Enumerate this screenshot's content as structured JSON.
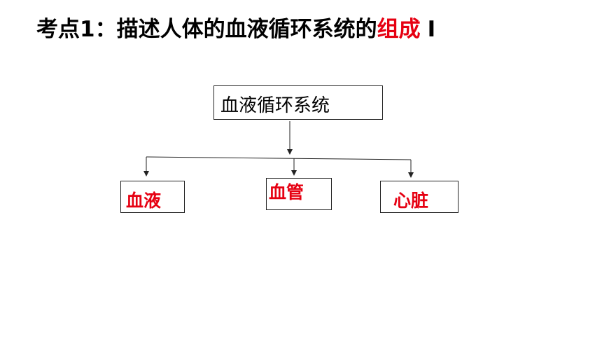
{
  "title": {
    "prefix": "考点1：描述人体的血液循环系统的",
    "highlight": "组成",
    "suffix": "Ⅰ"
  },
  "diagram": {
    "root": "血液循环系统",
    "children": [
      "血液",
      "血管",
      "心脏"
    ]
  },
  "colors": {
    "accent": "#e60012",
    "text": "#000000",
    "line": "#222222"
  }
}
